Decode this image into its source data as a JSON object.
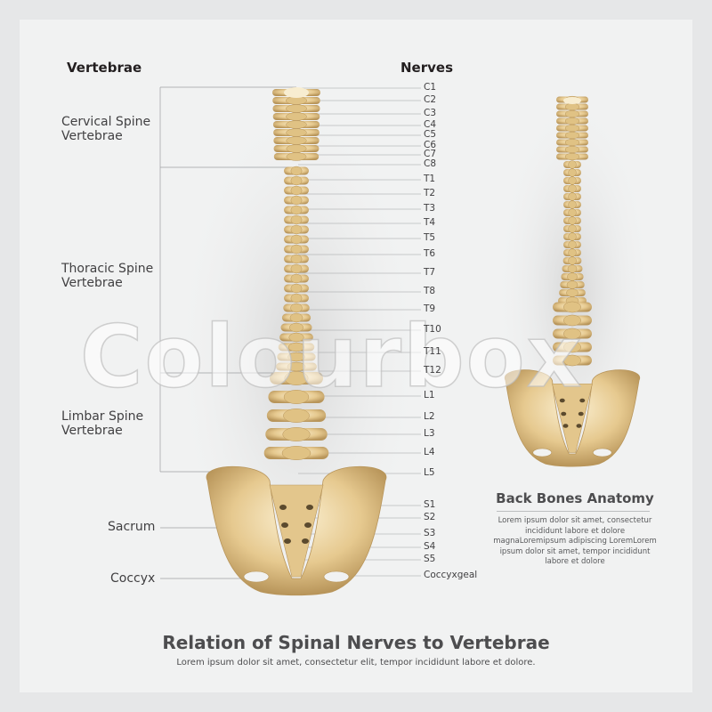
{
  "headers": {
    "vertebrae": "Vertebrae",
    "nerves": "Nerves"
  },
  "regions": [
    {
      "label": "Cervical Spine\nVertebrae"
    },
    {
      "label": "Thoracic Spine\nVertebrae"
    },
    {
      "label": "Limbar Spine\nVertebrae"
    },
    {
      "label": "Sacrum"
    },
    {
      "label": "Coccyx"
    }
  ],
  "nerves": [
    "C1",
    "C2",
    "C3",
    "C4",
    "C5",
    "C6",
    "C7",
    "C8",
    "T1",
    "T2",
    "T3",
    "T4",
    "T5",
    "T6",
    "T7",
    "T8",
    "T9",
    "T10",
    "T11",
    "T12",
    "L1",
    "L2",
    "L3",
    "L4",
    "L5",
    "S1",
    "S2",
    "S3",
    "S4",
    "S5",
    "Coccyxgeal"
  ],
  "side_panel": {
    "title": "Back Bones Anatomy",
    "text": "Lorem ipsum dolor sit amet, consectetur incididunt labore et dolore magnaLoremipsum adipiscing LoremLorem ipsum dolor sit amet, tempor incididunt labore et dolore"
  },
  "footer": {
    "title": "Relation of Spinal Nerves to Vertebrae",
    "subtitle": "Lorem ipsum dolor sit amet, consectetur elit, tempor incididunt labore et dolore."
  },
  "watermark": "Colourbox",
  "colors": {
    "bone": "#e8cf9a",
    "bone_shadow": "#b8955a",
    "line": "#9d9fa2",
    "text": "#414042"
  }
}
